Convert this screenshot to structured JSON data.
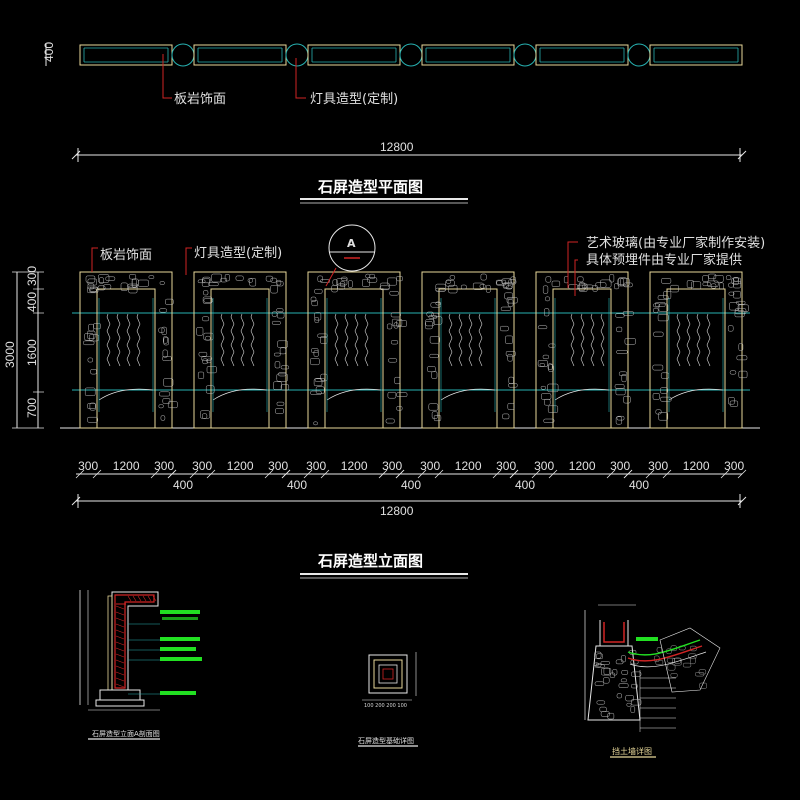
{
  "plan": {
    "top_dim": "400",
    "label_slate": "板岩饰面",
    "label_lamp": "灯具造型(定制)",
    "overall_dim": "12800",
    "title": "石屏造型平面图"
  },
  "elevation": {
    "label_slate": "板岩饰面",
    "label_lamp": "灯具造型(定制)",
    "marker": "A",
    "glass_note_1": "艺术玻璃(由专业厂家制作安装)",
    "glass_note_2": "具体预埋件由专业厂家提供",
    "vert_total": "3000",
    "vert_dims": [
      "300",
      "400",
      "1600",
      "700"
    ],
    "bottom_dims_upper": [
      "300",
      "1200",
      "300",
      "300",
      "1200",
      "300",
      "300",
      "1200",
      "300",
      "300",
      "1200",
      "300",
      "300",
      "1200",
      "300",
      "300",
      "1200",
      "300"
    ],
    "bottom_dims_lower": [
      "400",
      "400",
      "400",
      "400",
      "400"
    ],
    "overall_dim": "12800",
    "title": "石屏造型立面图"
  },
  "details": {
    "section_title": "石屏造型立面A剖面图",
    "foundation_title": "石屏造型基础详图",
    "retaining_title": "挡土墙详图"
  },
  "colors": {
    "line": "#e8e8e8",
    "frame": "#e8d89a",
    "cyan": "#27b2b2",
    "red": "#d02424",
    "green": "#22e022"
  }
}
